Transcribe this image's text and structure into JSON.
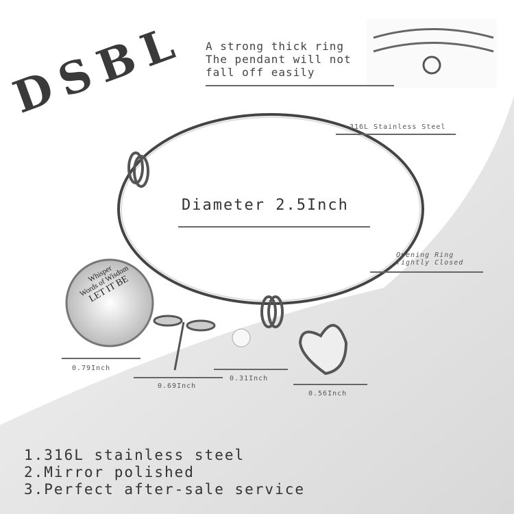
{
  "brand": "DSBL",
  "callouts": {
    "ring_note": [
      "A strong thick ring",
      "The pendant will not",
      "fall off easily"
    ],
    "material": "316L Stainless Steel",
    "diameter": "Diameter  2.5Inch",
    "opening": [
      "Opening Ring",
      "Tightly Closed"
    ]
  },
  "charm": {
    "lines": [
      "Whisper",
      "Words of Wisdom",
      "LET IT BE"
    ]
  },
  "sizes": [
    "0.79Inch",
    "0.69Inch",
    "0.31Inch",
    "0.56Inch"
  ],
  "features": [
    "1.316L stainless steel",
    "2.Mirror polished",
    "3.Perfect after-sale service"
  ]
}
